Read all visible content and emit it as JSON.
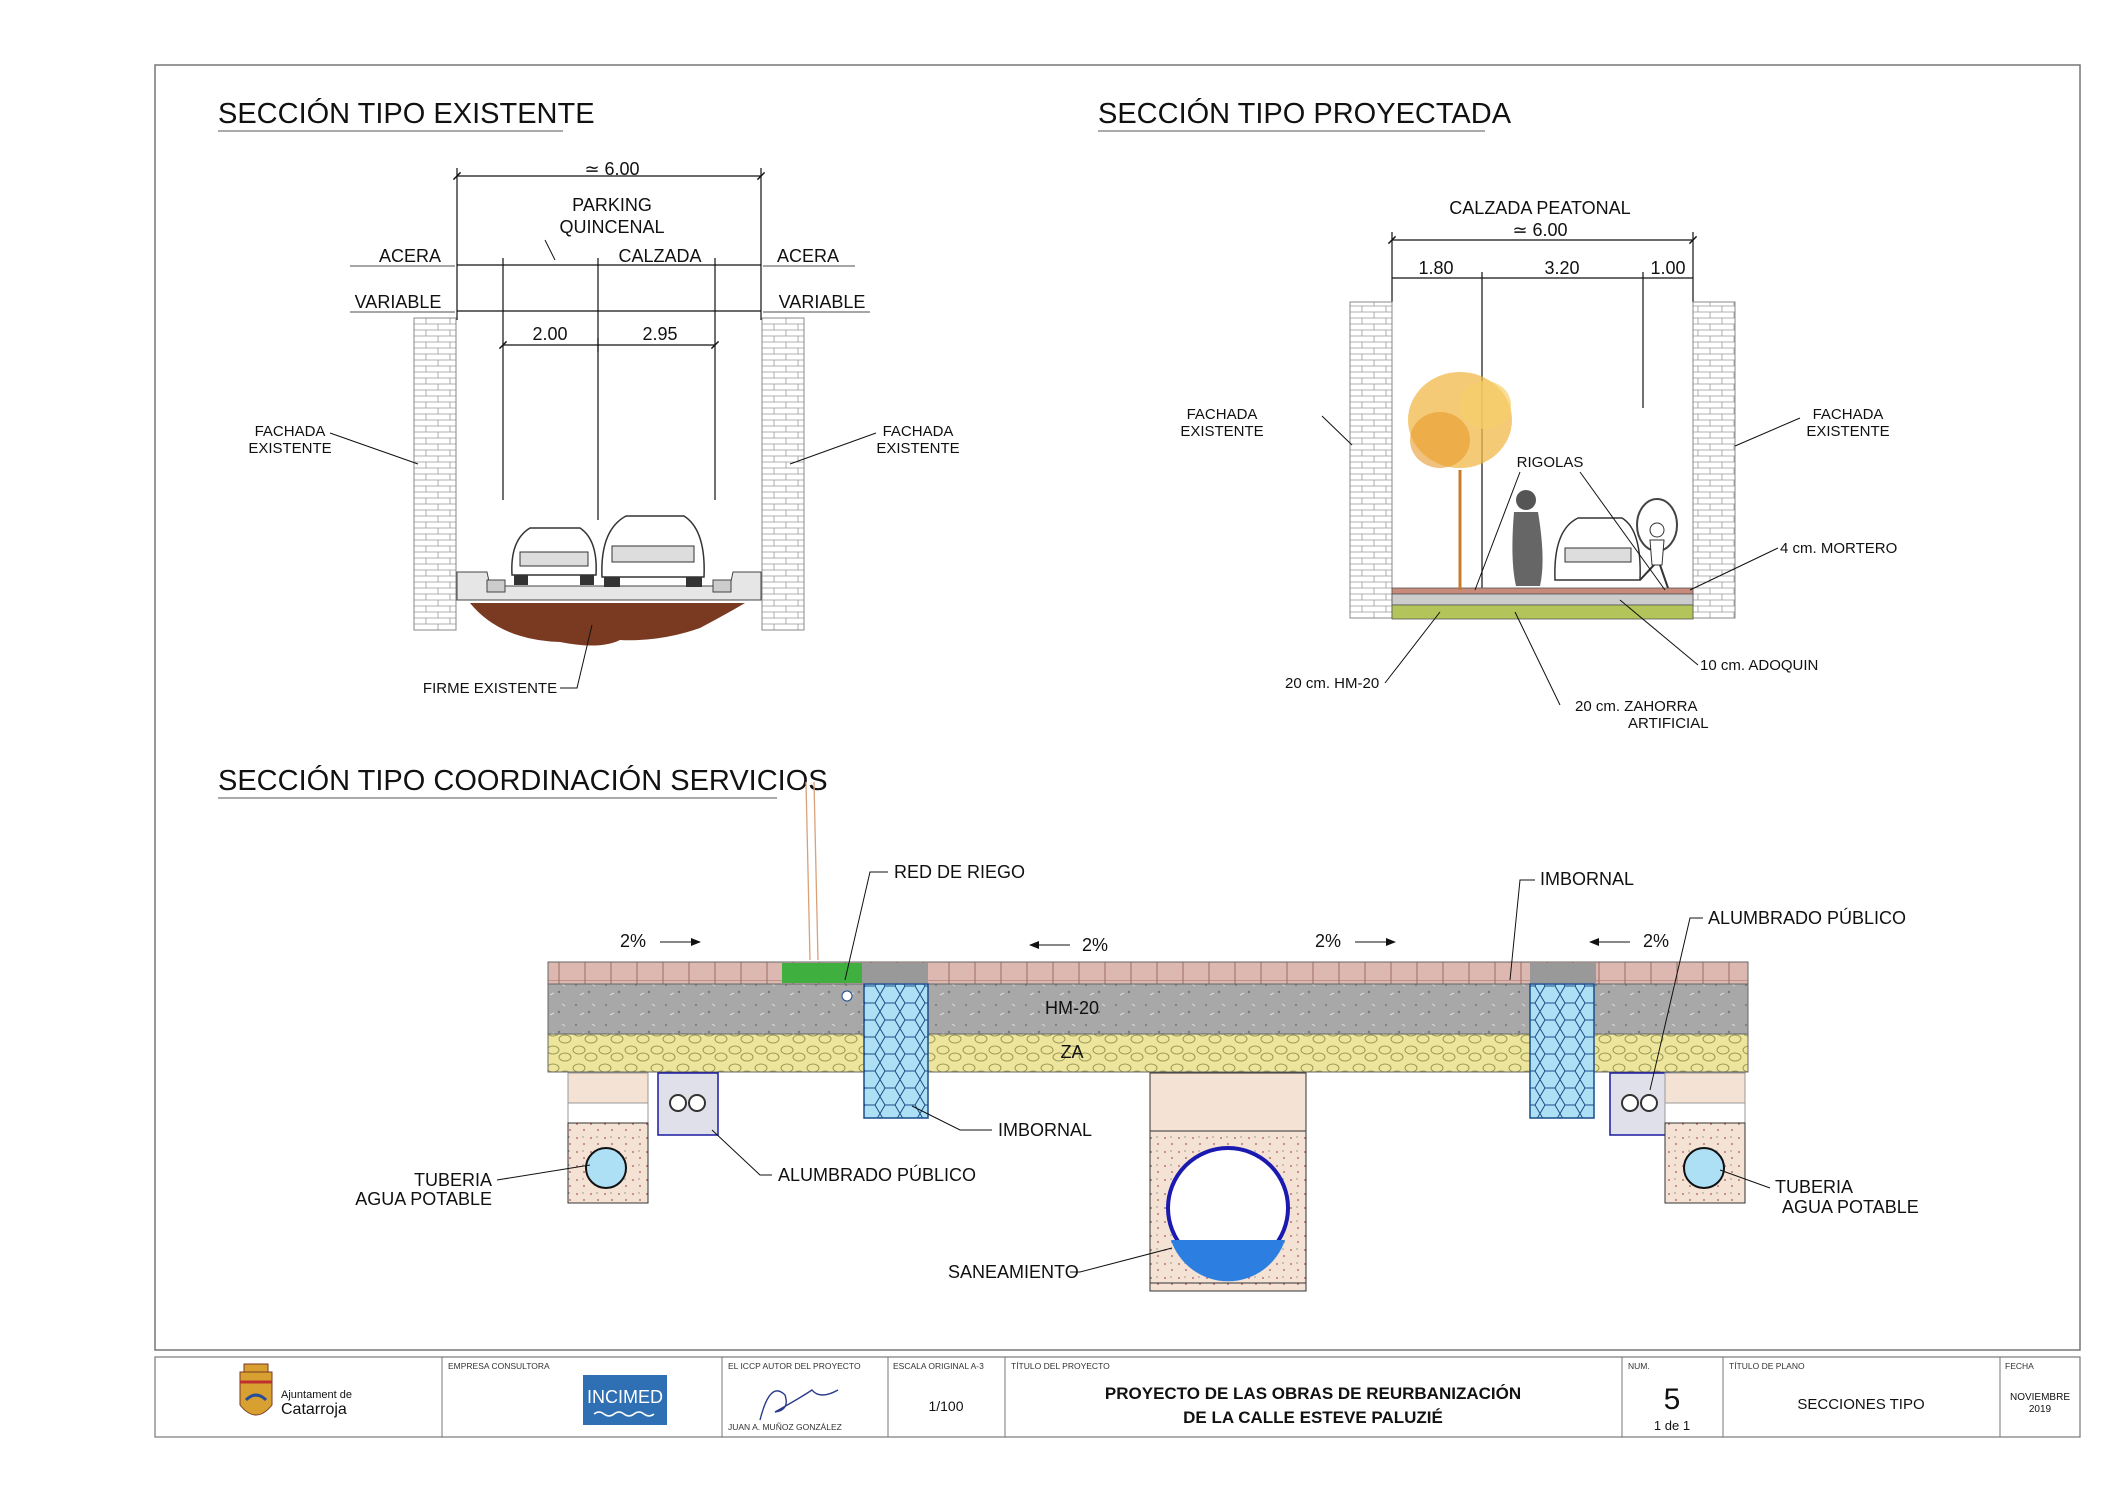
{
  "sections": {
    "existente": {
      "title": "SECCIÓN TIPO EXISTENTE",
      "total_width": "≃ 6.00",
      "parking": "PARKING\nQUINCENAL",
      "parking_l1": "PARKING",
      "parking_l2": "QUINCENAL",
      "calzada": "CALZADA",
      "acera_left": "ACERA",
      "acera_right": "ACERA",
      "variable_left": "VARIABLE",
      "variable_right": "VARIABLE",
      "dim_parking": "2.00",
      "dim_calzada": "2.95",
      "fachada_left_l1": "FACHADA",
      "fachada_left_l2": "EXISTENTE",
      "fachada_right_l1": "FACHADA",
      "fachada_right_l2": "EXISTENTE",
      "firme": "FIRME EXISTENTE"
    },
    "proyectada": {
      "title": "SECCIÓN TIPO PROYECTADA",
      "calzada_peatonal": "CALZADA PEATONAL",
      "total_width": "≃ 6.00",
      "dim1": "1.80",
      "dim2": "3.20",
      "dim3": "1.00",
      "fachada_left_l1": "FACHADA",
      "fachada_left_l2": "EXISTENTE",
      "fachada_right_l1": "FACHADA",
      "fachada_right_l2": "EXISTENTE",
      "rigolas": "RIGOLAS",
      "mortero": "4 cm. MORTERO",
      "adoquin": "10 cm. ADOQUIN",
      "hm20": "20 cm. HM-20",
      "zahorra_l1": "20 cm. ZAHORRA",
      "zahorra_l2": "ARTIFICIAL"
    },
    "coordinacion": {
      "title": "SECCIÓN TIPO COORDINACIÓN SERVICIOS",
      "red_riego": "RED DE RIEGO",
      "imbornal_top": "IMBORNAL",
      "alumbrado_top": "ALUMBRADO PÚBLICO",
      "slope1": "2%",
      "slope2": "2%",
      "slope3": "2%",
      "slope4": "2%",
      "hm20": "HM-20",
      "za": "ZA",
      "imbornal_bottom": "IMBORNAL",
      "alumbrado_bottom": "ALUMBRADO PÚBLICO",
      "tuberia_left_l1": "TUBERIA",
      "tuberia_left_l2": "AGUA POTABLE",
      "tuberia_right_l1": "TUBERIA",
      "tuberia_right_l2": "AGUA POTABLE",
      "saneamiento": "SANEAMIENTO"
    }
  },
  "title_block": {
    "municipality_l1": "Ajuntament de",
    "municipality_l2": "Catarroja",
    "empresa_label": "EMPRESA CONSULTORA",
    "empresa_logo": "INCIMED",
    "autor_label": "EL ICCP AUTOR DEL PROYECTO",
    "autor_name": "JUAN A. MUÑOZ GONZÁLEZ",
    "escala_label": "ESCALA ORIGINAL A-3",
    "escala_value": "1/100",
    "titulo_proyecto_label": "TÍTULO DEL PROYECTO",
    "titulo_proyecto_l1": "PROYECTO DE LAS OBRAS DE REURBANIZACIÓN",
    "titulo_proyecto_l2": "DE LA CALLE ESTEVE PALUZIÉ",
    "num_label": "NUM.",
    "num_value": "5",
    "num_of": "1 de 1",
    "titulo_plano_label": "TÍTULO DE PLANO",
    "titulo_plano_value": "SECCIONES TIPO",
    "fecha_label": "FECHA",
    "fecha_l1": "NOVIEMBRE",
    "fecha_l2": "2019"
  },
  "colors": {
    "paving": "#dcb8b0",
    "concrete": "#a8a8a8",
    "zahorra": "#eee59c",
    "drain": "#aee0f5",
    "water": "#2c7fe0",
    "soil": "#7a3a22",
    "green": "#3fb03f",
    "sand": "#f4e2d4",
    "logo_blue": "#2f6fb3"
  }
}
